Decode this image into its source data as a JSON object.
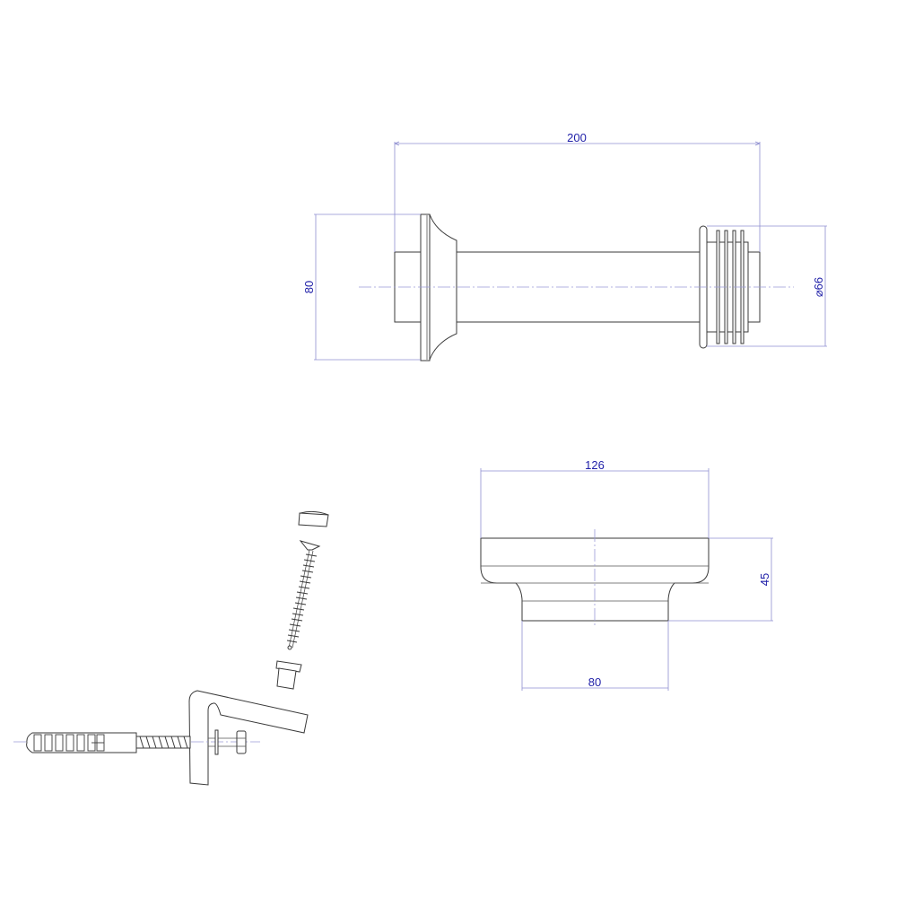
{
  "drawing": {
    "side_view": {
      "overall_length_label": "200",
      "flange_height_label": "80",
      "end_diameter_label": "⌀66"
    },
    "end_view": {
      "top_width_label": "126",
      "height_label": "45",
      "base_width_label": "80"
    },
    "mounting_hardware": {
      "parts": [
        "cap",
        "countersunk-screw",
        "spacer-bushing",
        "bracket",
        "wall-plug",
        "hanger-bolt",
        "washer",
        "hex-nut"
      ]
    },
    "colors": {
      "outline": "#3a3a3a",
      "dimension_line": "#8f8fd0",
      "dimension_text": "#1f1fa8",
      "background": "#ffffff"
    }
  }
}
